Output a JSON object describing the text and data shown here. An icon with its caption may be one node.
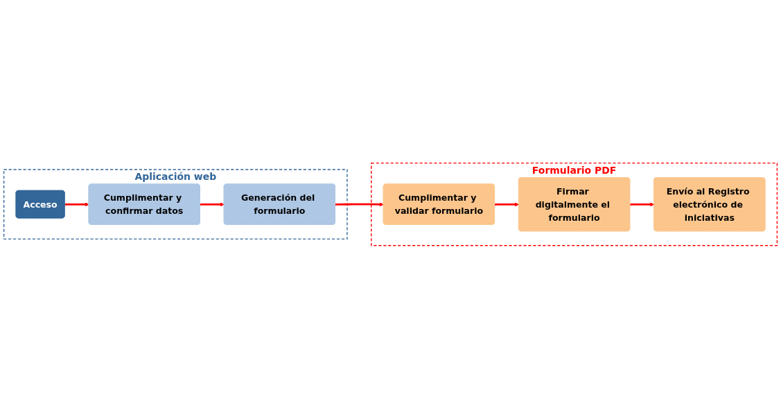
{
  "diagram": {
    "nodes": [
      {
        "text": [
          "Aplicación web"
        ]
      },
      {
        "text": [
          "Acceso"
        ],
        "in": 0
      },
      {
        "text": [
          "Cumplimentar y confirmar datos"
        ],
        "in": 0
      },
      {
        "text": [
          "Generación del formulario"
        ],
        "in": 0
      },
      {
        "text": [
          "Formulario PDF"
        ]
      },
      {
        "text": [
          "Cumplimentar y validar formulario"
        ],
        "in": 4
      },
      {
        "text": [
          "Firmar digitalmente el formulario"
        ],
        "in": 4
      },
      {
        "text": [
          "Envío al Registro electrónico de iniciativas"
        ],
        "in": 4
      }
    ],
    "edges": [
      {
        "from": 1,
        "to": 2,
        "arrow": "to"
      },
      {
        "from": 2,
        "to": 3,
        "arrow": "to"
      },
      {
        "from": 3,
        "to": 5,
        "arrow": "to"
      },
      {
        "from": 5,
        "to": 6,
        "arrow": "to"
      },
      {
        "from": 6,
        "to": 7,
        "arrow": "to"
      }
    ]
  }
}
